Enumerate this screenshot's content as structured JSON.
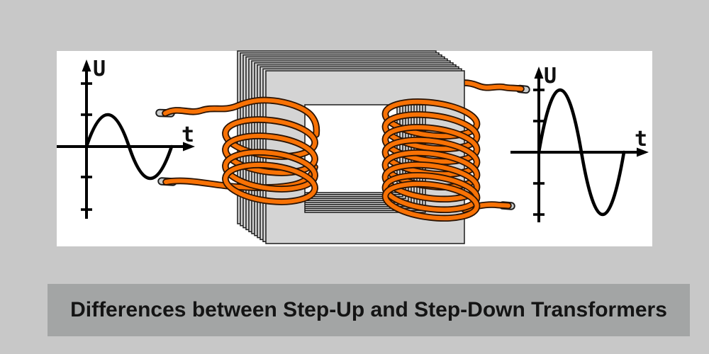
{
  "caption": {
    "text": "Differences between Step-Up and Step-Down Transformers"
  },
  "left_graph": {
    "y_axis_label": "U",
    "x_axis_label": "t",
    "waveform": "sine",
    "amplitude_ticks": 1,
    "ticks_above_axis": 2,
    "ticks_below_axis": 2,
    "cycles_shown": 1
  },
  "right_graph": {
    "y_axis_label": "U",
    "x_axis_label": "t",
    "waveform": "sine",
    "amplitude_ticks": 2,
    "ticks_above_axis": 2,
    "ticks_below_axis": 2,
    "cycles_shown": 1
  },
  "transformer": {
    "core": "laminated iron core",
    "lamination_layers": 11,
    "left_coil_turns": 4,
    "right_coil_turns": 8
  },
  "colors": {
    "page_background": "#c8c8c8",
    "panel": "#ffffff",
    "caption_box": "#a3a5a5",
    "caption_text": "#141414",
    "coil_wire": "#f87205",
    "wire_outline": "#2a1303",
    "wire_tip": "#cbcdcd",
    "core_fill": "#d4d4d4",
    "core_outline": "#1d1d1d",
    "graph_ink": "#000000"
  }
}
